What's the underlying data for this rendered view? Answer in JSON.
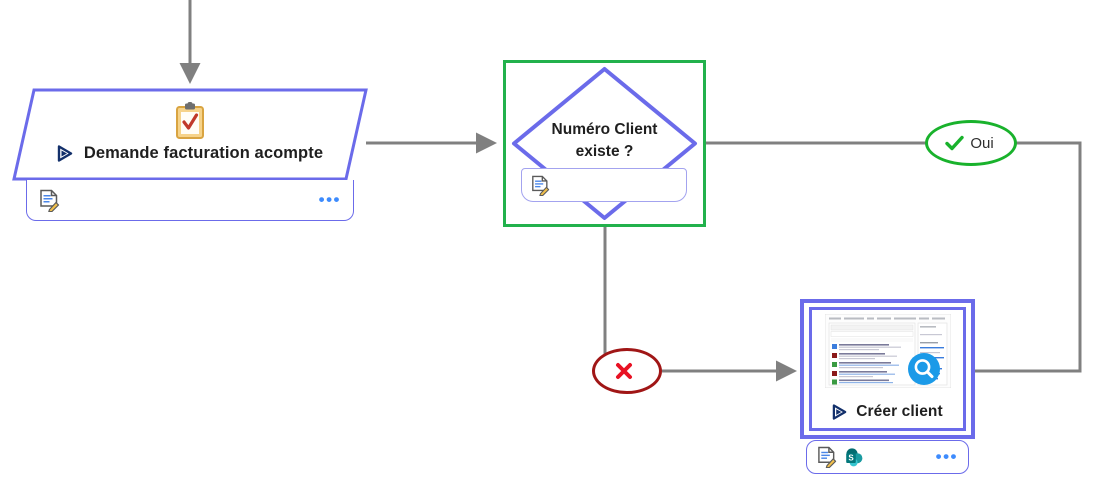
{
  "diagram": {
    "type": "flowchart",
    "language": "fr",
    "background_color": "#ffffff",
    "accent_node_color": "#6b6bea",
    "selection_color": "#22b14c",
    "connector_color": "#808080"
  },
  "nodes": [
    {
      "id": "demande",
      "shape": "parallelogram",
      "title": "Demande facturation acompte",
      "header_icon": "clipboard-check-icon",
      "title_icon": "play-triangle-icon",
      "border_color": "#6b6bea",
      "footer": {
        "icons": [
          "document-edit-icon"
        ],
        "overflow": "•••"
      }
    },
    {
      "id": "decision",
      "shape": "diamond",
      "title_line1": "Numéro Client",
      "title_line2": "existe ?",
      "selected": true,
      "selection_color": "#22b14c",
      "border_color": "#6b6bea",
      "footer": {
        "icons": [
          "document-edit-icon"
        ],
        "overflow": ""
      }
    },
    {
      "id": "creer",
      "shape": "rectangle",
      "title": "Créer client",
      "title_icon": "play-triangle-icon",
      "selected": true,
      "thumbnail": "screenshot-thumbnail",
      "thumbnail_badge": "magnifier-icon",
      "border_color": "#6b6bea",
      "footer": {
        "icons": [
          "document-edit-icon",
          "sharepoint-icon"
        ],
        "overflow": "•••"
      }
    }
  ],
  "branch_labels": [
    {
      "id": "oui",
      "text": "Oui",
      "icon": "check-icon",
      "icon_color": "#19b22c",
      "border_color": "#19b22c"
    },
    {
      "id": "non",
      "text": "",
      "icon": "cross-icon",
      "icon_color": "#e81123",
      "border_color": "#a01616"
    }
  ],
  "connectors": [
    {
      "id": "entry-to-demande",
      "from": "top",
      "to": "demande",
      "arrow": true
    },
    {
      "id": "demande-to-decision",
      "from": "demande",
      "to": "decision",
      "arrow": true
    },
    {
      "id": "decision-yes",
      "from": "decision",
      "to": "oui",
      "arrow": false
    },
    {
      "id": "decision-no",
      "from": "decision",
      "to": "non",
      "arrow": false
    },
    {
      "id": "non-to-creer",
      "from": "non",
      "to": "creer",
      "arrow": true
    },
    {
      "id": "creer-to-merge",
      "from": "creer",
      "to": "merge",
      "arrow": false
    },
    {
      "id": "oui-to-merge",
      "from": "oui",
      "to": "merge",
      "arrow": false
    }
  ]
}
